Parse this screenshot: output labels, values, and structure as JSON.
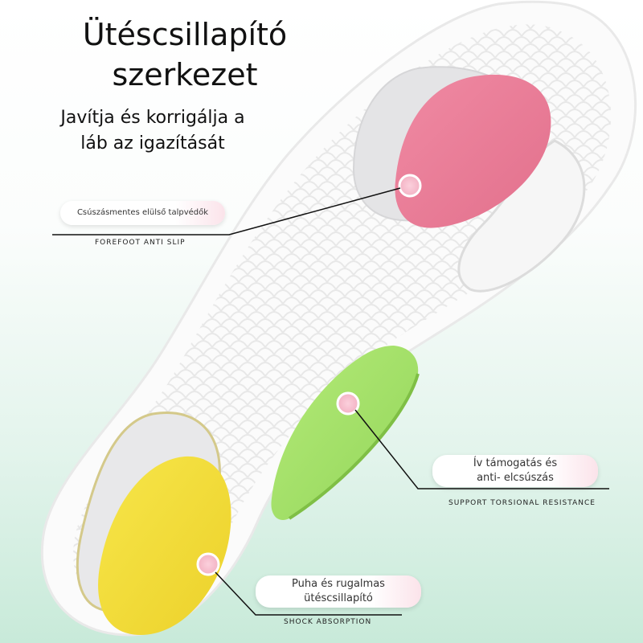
{
  "heading": {
    "title_line1": "Ütéscsillapító",
    "title_line2": "szerkezet",
    "subtitle_line1": "Javítja és korrigálja a",
    "subtitle_line2": "láb az igazítását"
  },
  "callouts": {
    "forefoot": {
      "label": "Csúszásmentes elülső talpvédők",
      "en": "FOREFOOT ANTI SLIP"
    },
    "arch": {
      "label_line1": "Ív támogatás és",
      "label_line2": "anti- elcsúszás",
      "en": "SUPPORT TORSIONAL RESISTANCE"
    },
    "heel": {
      "label_line1": "Puha és rugalmas",
      "label_line2": "ütéscsillapító",
      "en": "SHOCK ABSORPTION"
    }
  },
  "colors": {
    "forefoot_pad": "#e9829c",
    "arch_pad": "#a8e26a",
    "heel_pad": "#f3de3a",
    "background_bottom": "#c8ead9"
  }
}
